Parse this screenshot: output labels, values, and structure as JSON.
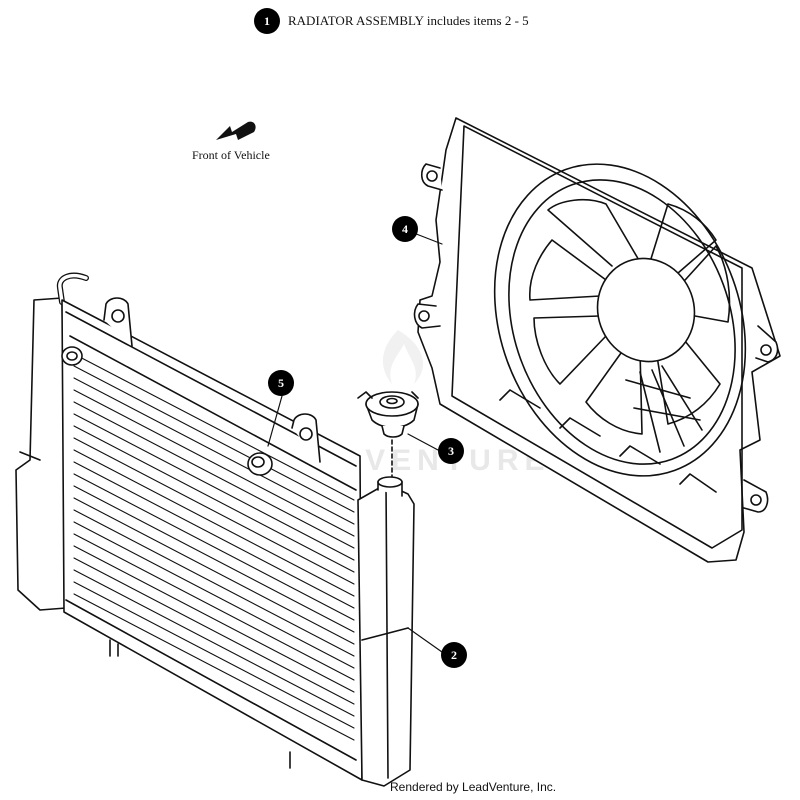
{
  "title": {
    "callout": "1",
    "text": "RADIATOR ASSEMBLY includes items 2 - 5"
  },
  "front_label": "Front of Vehicle",
  "callouts": [
    {
      "number": "2",
      "part": "radiator"
    },
    {
      "number": "3",
      "part": "radiator-cap"
    },
    {
      "number": "4",
      "part": "fan-shroud"
    },
    {
      "number": "5",
      "part": "grommet"
    }
  ],
  "footer": "Rendered by LeadVenture, Inc.",
  "watermark": "LEADVENTURE",
  "colors": {
    "line": "#111111",
    "fill": "#ffffff",
    "watermark": "#e6e6e6"
  }
}
